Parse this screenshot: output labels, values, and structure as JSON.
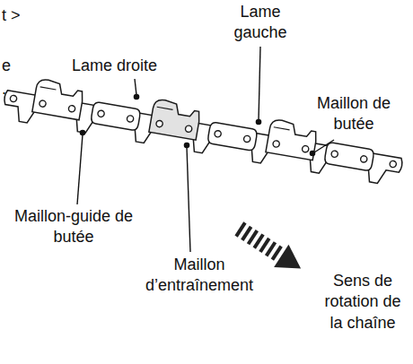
{
  "diagram": {
    "labels": [
      "t >",
      "Lame gauche",
      "Lame droite",
      "Maillon de butée",
      "e",
      ".",
      "Maillon-guide de butée",
      "Maillon d’entraînement",
      "Sens de rotation de la chaîne"
    ]
  }
}
